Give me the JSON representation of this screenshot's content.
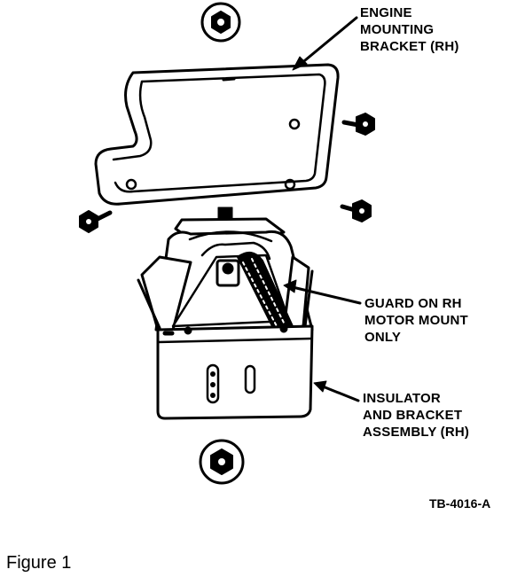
{
  "labels": {
    "engine_bracket": [
      "ENGINE",
      "MOUNTING",
      "BRACKET (RH)"
    ],
    "guard": [
      "GUARD ON RH",
      "MOTOR MOUNT",
      "ONLY"
    ],
    "insulator": [
      "INSULATOR",
      "AND BRACKET",
      "ASSEMBLY (RH)"
    ]
  },
  "figure_code": "TB-4016-A",
  "caption": "Figure 1"
}
